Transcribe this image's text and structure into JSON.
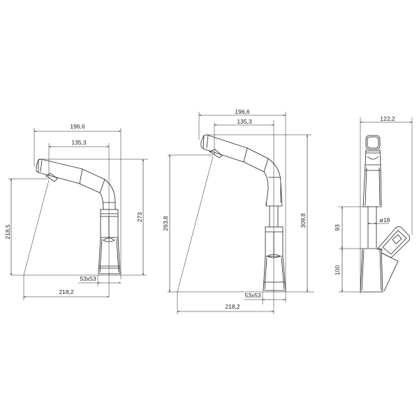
{
  "drawing": {
    "title": "Faucet technical drawing",
    "background": "#ffffff",
    "line_color": "#231f20"
  },
  "views": [
    {
      "name": "side-view-retracted",
      "dimensions": {
        "overall_width": "196,6",
        "spout_reach": "135,3",
        "outlet_height": "218,5",
        "total_height": "273",
        "base_size": "53x53",
        "spray_reach": "218,2"
      }
    },
    {
      "name": "side-view-extended",
      "dimensions": {
        "overall_width": "196,6",
        "spout_reach": "135,3",
        "outlet_height": "263,8",
        "total_height": "309,8",
        "base_size": "53x53",
        "spray_reach": "218,2"
      }
    },
    {
      "name": "front-view",
      "dimensions": {
        "overall_width": "122,2",
        "stem_height": "93",
        "body_height": "100",
        "stem_diameter": "ø18"
      }
    }
  ]
}
